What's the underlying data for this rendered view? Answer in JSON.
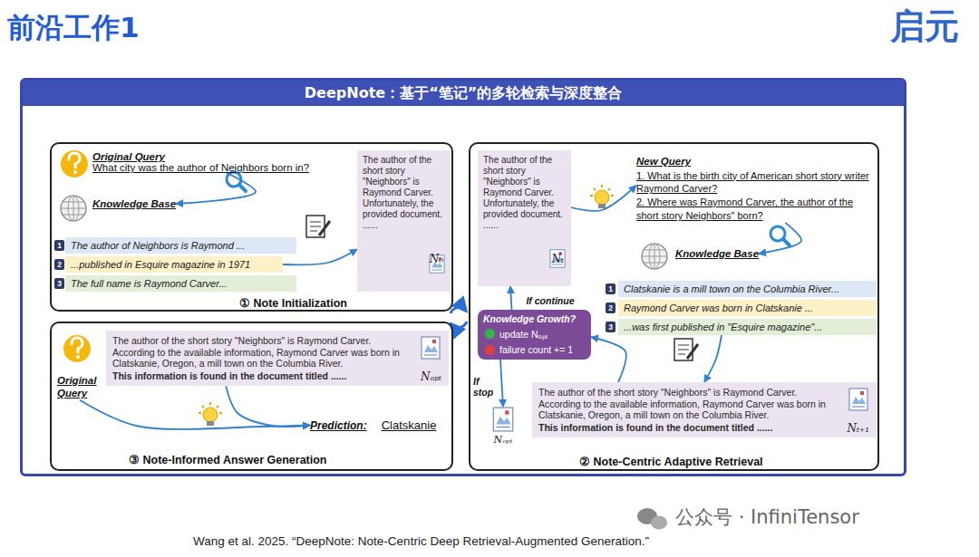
{
  "diagram": {
    "title": "前沿工作1",
    "caption": "Wang et al. 2025. “DeepNote: Note-Centric Deep Retrieval-Augmented Generation.”",
    "nodes": [
      {
        "text": [
          "DeepNote：基于“笔记”的多轮检索与深度整合"
        ]
      },
      {
        "text": [
          "① Note Initialization"
        ],
        "in": 0
      },
      {
        "text": [
          "Original Query",
          "What city was the author of Neighbors born in?"
        ],
        "in": 1
      },
      {
        "text": [
          "Knowledge Base"
        ],
        "in": 1
      },
      {
        "text": [
          "The author of Neighbors is Raymond ..."
        ],
        "in": 1
      },
      {
        "text": [
          "...published in Esquire magazine in 1971"
        ],
        "in": 1
      },
      {
        "text": [
          "The full name is Raymond Carver..."
        ],
        "in": 1
      },
      {
        "text": [
          "The author of the short story \"Neighbors\" is Raymond Carver. Unfortunately, the provided document. ......",
          "N₀"
        ],
        "in": 1
      },
      {
        "text": [
          "② Note-Centric Adaptive Retrieval"
        ],
        "in": 0
      },
      {
        "text": [
          "The author of the short story \"Neighbors\" is Raymond Carver. Unfortunately, the provided document. ......",
          "Nₜ"
        ],
        "in": 8
      },
      {
        "text": [
          "New Query",
          "1. What is the birth city of American short story writer Raymond Carver?",
          "2. Where was Raymond Carver, the author of the short story Neighbors\" born?"
        ],
        "in": 8
      },
      {
        "text": [
          "Knowledge Base"
        ],
        "in": 8
      },
      {
        "text": [
          "Clatskanie is a mill town on the Columbia River..."
        ],
        "in": 8
      },
      {
        "text": [
          "Raymond Carver was born in Clatskanie ..."
        ],
        "in": 8
      },
      {
        "text": [
          "...was first published in \"Esquire magazine\"..."
        ],
        "in": 8
      },
      {
        "text": [
          "The author of the short story \"Neighbors\" is Raymond Carver. According to the available information, Raymond Carver was born in Clatskanie, Oregon, a mill town on the Columbia River.",
          "This information is found in the document titled ......",
          "Nₜ₊₁"
        ],
        "in": 8
      },
      {
        "text": [
          "Nₒₚₜ"
        ],
        "in": 8
      },
      {
        "text": [
          "Knowledge Growth?",
          "update Nₒₚₜ",
          "failure count += 1"
        ],
        "in": 0
      },
      {
        "text": [
          "③ Note-Informed Answer Generation"
        ],
        "in": 0
      },
      {
        "text": [
          "Original Query"
        ],
        "in": 18
      },
      {
        "text": [
          "The author of the short story \"Neighbors\" is Raymond Carver. According to the available information, Raymond Carver was born in Clatskanie, Oregon, a mill town on the Columbia River.",
          "This information is found in the document titled ......",
          "Nₒₚₜ"
        ],
        "in": 18
      },
      {
        "text": [
          "Prediction:",
          "Clatskanie"
        ],
        "in": 18
      }
    ],
    "edges": [
      {
        "from": 2,
        "to": 3,
        "arrow": "to"
      },
      {
        "from": 5,
        "to": 7,
        "arrow": "to"
      },
      {
        "from": 9,
        "to": 10,
        "arrow": "to"
      },
      {
        "from": 10,
        "to": 11,
        "arrow": "to"
      },
      {
        "from": 14,
        "to": 15,
        "arrow": "to"
      },
      {
        "from": 15,
        "to": 17,
        "arrow": "to"
      },
      {
        "from": 17,
        "to": 9,
        "label": "If continue",
        "arrow": "to"
      },
      {
        "from": 17,
        "to": 16,
        "label": "If stop",
        "arrow": "to"
      },
      {
        "from": 19,
        "to": 21,
        "arrow": "to"
      },
      {
        "from": 20,
        "to": 21,
        "arrow": "to"
      }
    ],
    "labels": [
      "1",
      "2",
      "3",
      "1",
      "2",
      "3",
      "启元",
      "公众号 · InfiniTensor"
    ]
  }
}
